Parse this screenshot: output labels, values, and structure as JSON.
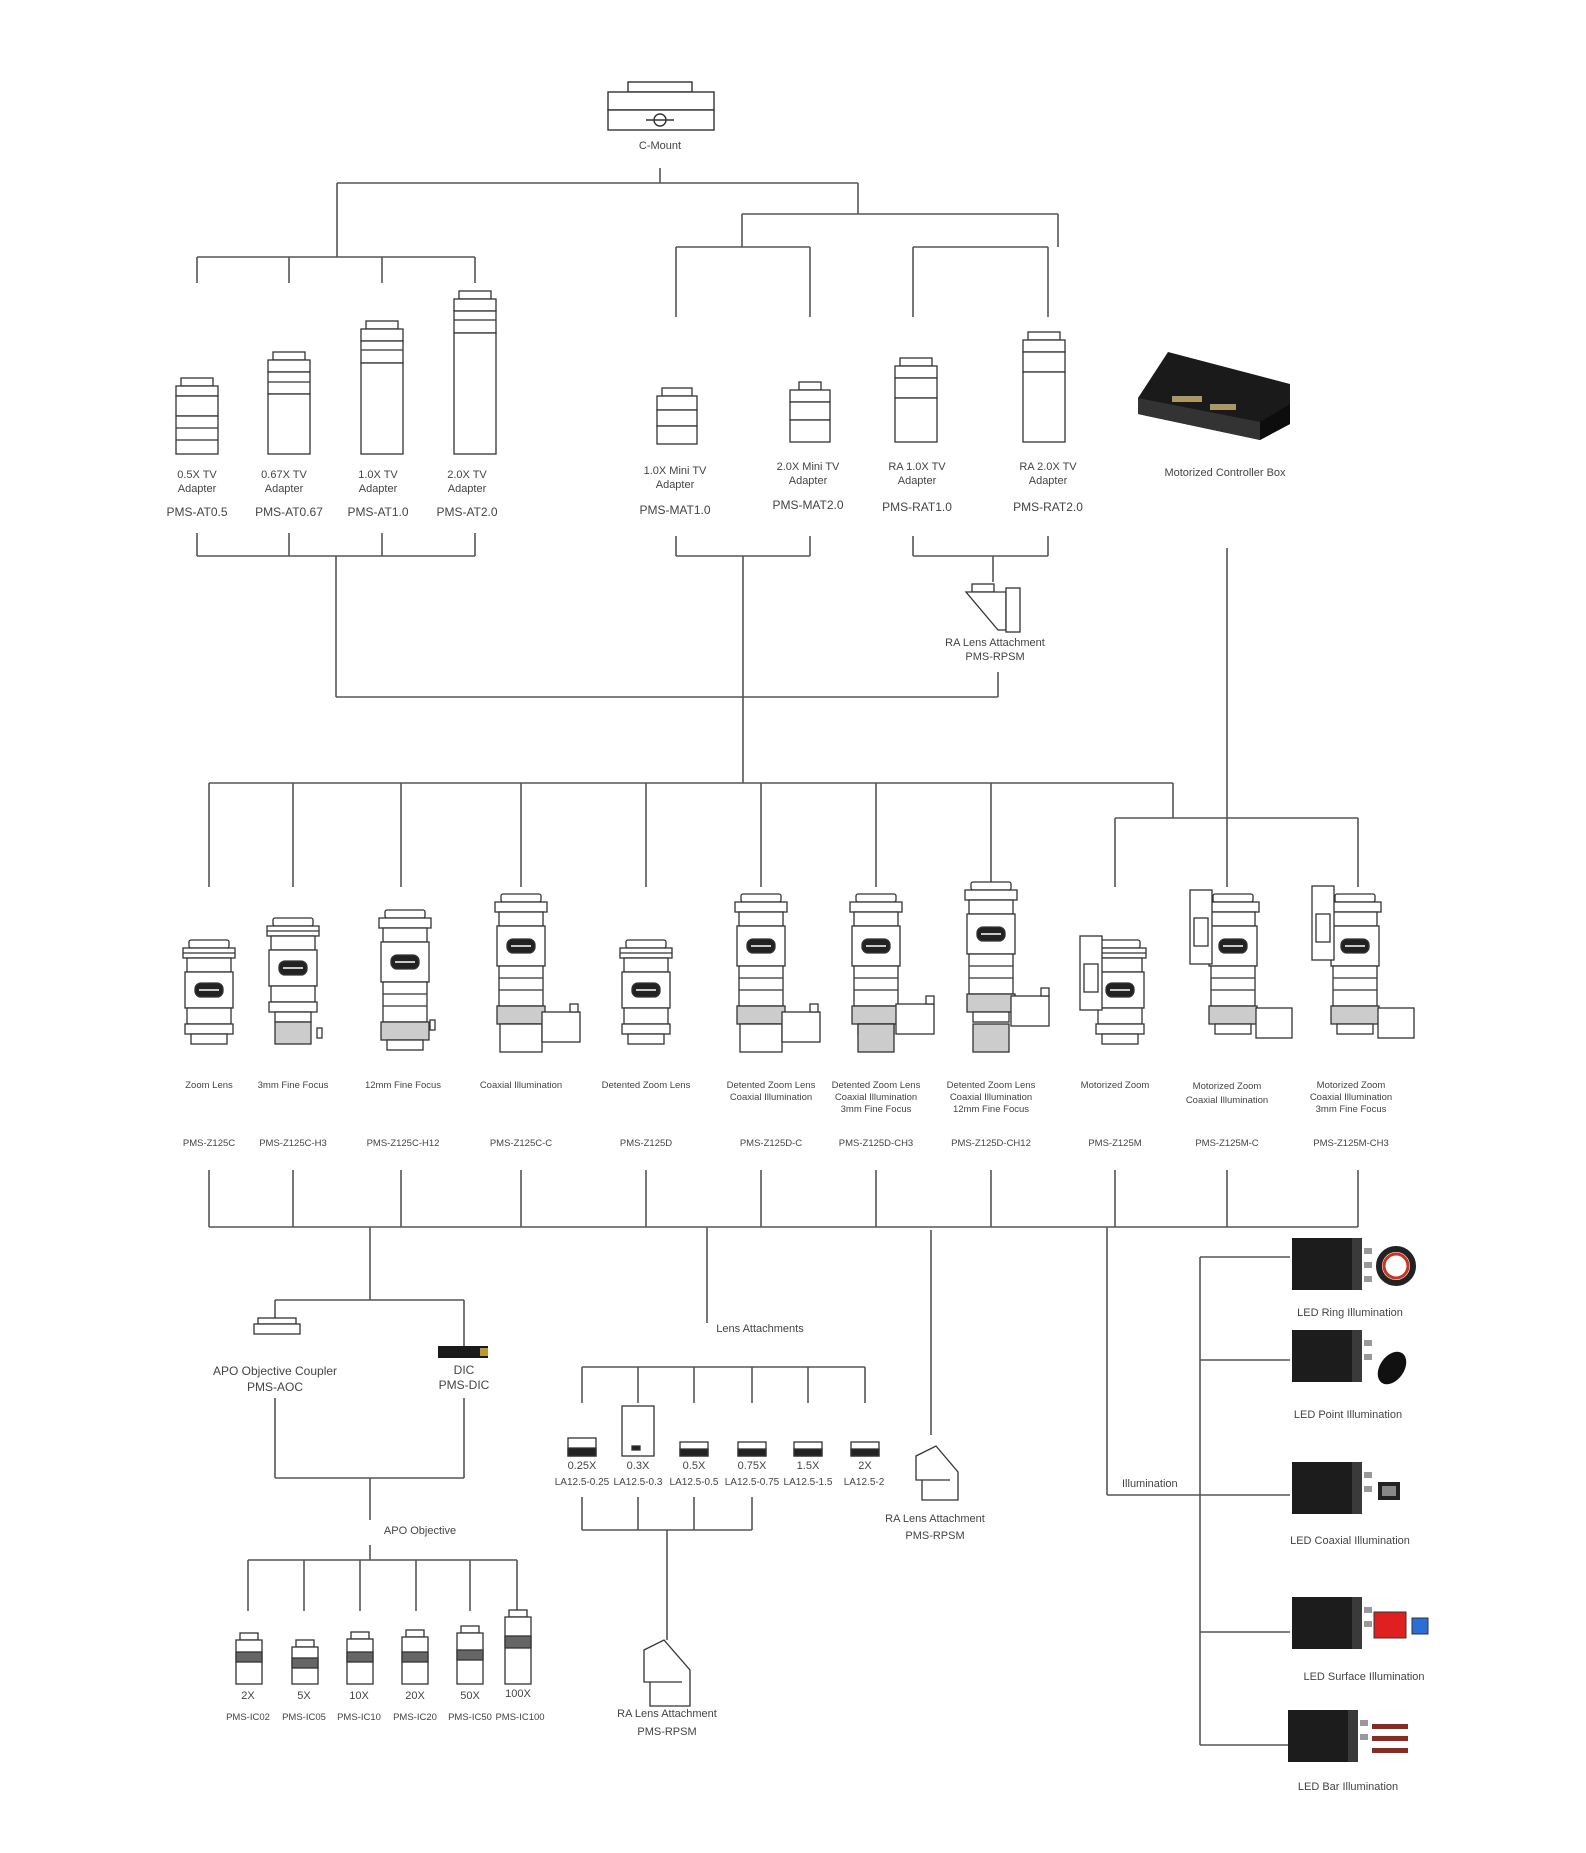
{
  "top": {
    "cmount_label": "C-Mount",
    "controller_label": "Motorized Controller Box"
  },
  "tv_adapters": [
    {
      "name": "0.5X TV\nAdapter",
      "code": "PMS-AT0.5"
    },
    {
      "name": "0.67X TV\nAdapter",
      "code": "PMS-AT0.67"
    },
    {
      "name": "1.0X TV\nAdapter",
      "code": "PMS-AT1.0"
    },
    {
      "name": "2.0X TV\nAdapter",
      "code": "PMS-AT2.0"
    }
  ],
  "mini_adapters": [
    {
      "name": "1.0X Mini TV\nAdapter",
      "code": "PMS-MAT1.0"
    },
    {
      "name": "2.0X Mini TV\nAdapter",
      "code": "PMS-MAT2.0"
    }
  ],
  "ra_adapters": [
    {
      "name": "RA 1.0X TV\nAdapter",
      "code": "PMS-RAT1.0"
    },
    {
      "name": "RA 2.0X TV\nAdapter",
      "code": "PMS-RAT2.0"
    }
  ],
  "ra_attachment_top": {
    "name": "RA Lens Attachment",
    "code": "PMS-RPSM"
  },
  "zoom_lenses": [
    {
      "name": "Zoom Lens",
      "code": "PMS-Z125C"
    },
    {
      "name": "3mm Fine Focus",
      "code": "PMS-Z125C-H3"
    },
    {
      "name": "12mm Fine Focus",
      "code": "PMS-Z125C-H12"
    },
    {
      "name": "Coaxial Illumination",
      "code": "PMS-Z125C-C"
    },
    {
      "name": "Detented Zoom Lens",
      "code": "PMS-Z125D"
    },
    {
      "name": "Detented Zoom Lens\nCoaxial Illumination",
      "code": "PMS-Z125D-C"
    },
    {
      "name": "Detented Zoom Lens\nCoaxial Illumination\n3mm Fine Focus",
      "code": "PMS-Z125D-CH3"
    },
    {
      "name": "Detented Zoom Lens\nCoaxial Illumination\n12mm Fine Focus",
      "code": "PMS-Z125D-CH12"
    },
    {
      "name": "Motorized Zoom",
      "code": "PMS-Z125M"
    },
    {
      "name": "Motorized Zoom\nCoaxial Illumination",
      "code": "PMS-Z125M-C"
    },
    {
      "name": "Motorized Zoom\nCoaxial Illumination\n3mm Fine Focus",
      "code": "PMS-Z125M-CH3"
    }
  ],
  "apo_coupler": {
    "name": "APO Objective Coupler",
    "code": "PMS-AOC"
  },
  "dic": {
    "name": "DIC",
    "code": "PMS-DIC"
  },
  "apo_objective_label": "APO Objective",
  "objectives": [
    {
      "mag": "2X",
      "code": "PMS-IC02"
    },
    {
      "mag": "5X",
      "code": "PMS-IC05"
    },
    {
      "mag": "10X",
      "code": "PMS-IC10"
    },
    {
      "mag": "20X",
      "code": "PMS-IC20"
    },
    {
      "mag": "50X",
      "code": "PMS-IC50"
    },
    {
      "mag": "100X",
      "code": "PMS-IC100"
    }
  ],
  "lens_attachments_label": "Lens Attachments",
  "lens_attachments": [
    {
      "mag": "0.25X",
      "code": "LA12.5-0.25"
    },
    {
      "mag": "0.3X",
      "code": "LA12.5-0.3"
    },
    {
      "mag": "0.5X",
      "code": "LA12.5-0.5"
    },
    {
      "mag": "0.75X",
      "code": "LA12.5-0.75"
    },
    {
      "mag": "1.5X",
      "code": "LA12.5-1.5"
    },
    {
      "mag": "2X",
      "code": "LA12.5-2"
    }
  ],
  "ra_attachment_mid": {
    "name": "RA Lens Attachment",
    "code": "PMS-RPSM"
  },
  "ra_attachment_bottom": {
    "name": "RA Lens Attachment",
    "code": "PMS-RPSM"
  },
  "illumination_label": "Illumination",
  "illuminations": [
    {
      "name": "LED Ring Illumination",
      "accessory": "ring"
    },
    {
      "name": "LED Point Illumination",
      "accessory": "point"
    },
    {
      "name": "LED Coaxial Illumination",
      "accessory": "coax"
    },
    {
      "name": "LED Surface Illumination",
      "accessory": "surface"
    },
    {
      "name": "LED Bar Illumination",
      "accessory": "bar"
    }
  ],
  "colors": {
    "line": "#555555",
    "outline": "#333333",
    "box": "#1c1c1c",
    "surface_red": "#e02020",
    "surface_blue": "#2a6fd6"
  }
}
